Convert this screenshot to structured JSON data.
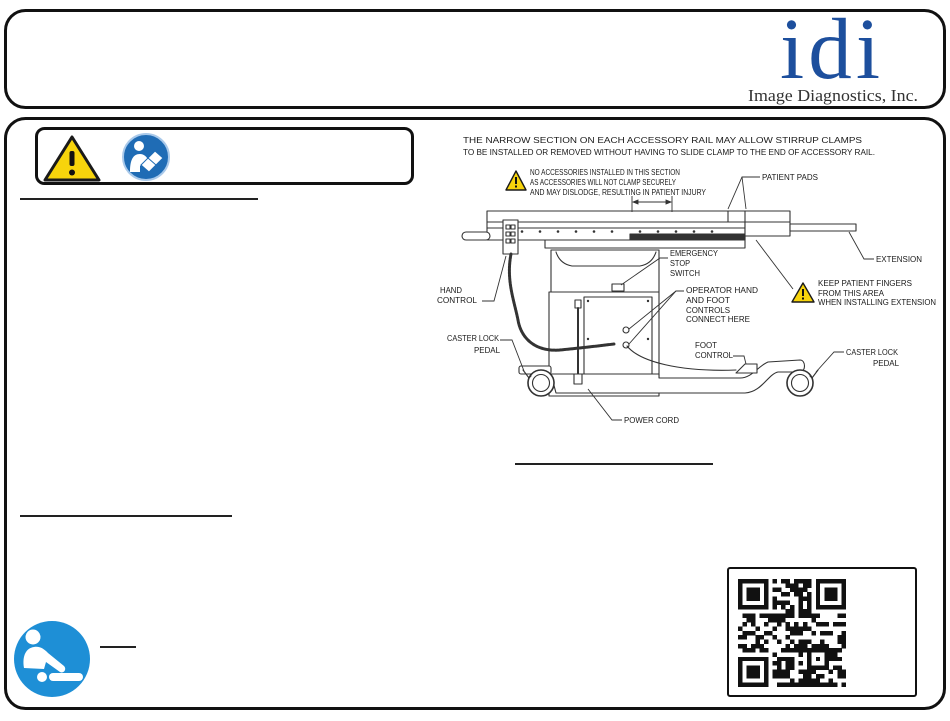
{
  "header": {
    "logo_text": "idi",
    "company_name": "Image Diagnostics, Inc."
  },
  "colors": {
    "logo_blue": "#1d4f9d",
    "warning_yellow": "#f7d40c",
    "mandatory_blue": "#1f6cb5",
    "icon_blue": "#1e8fd6",
    "ink": "#222222"
  },
  "icons": {
    "warning": "warning-triangle-icon",
    "manual": "read-manual-icon",
    "bottom": "patient-assist-icon",
    "qr": "qr-code-icon"
  },
  "diagram": {
    "rail_note": [
      "THE NARROW SECTION ON EACH ACCESSORY RAIL MAY ALLOW STIRRUP CLAMPS",
      "TO BE INSTALLED OR REMOVED WITHOUT HAVING TO SLIDE CLAMP TO THE END OF ACCESSORY RAIL."
    ],
    "accessory_warning": [
      "NO ACCESSORIES INSTALLED IN THIS SECTION",
      "AS ACCESSORIES WILL NOT CLAMP SECURELY",
      "AND MAY DISLODGE, RESULTING IN PATIENT INJURY"
    ],
    "patient_pads": "PATIENT PADS",
    "extension": "EXTENSION",
    "emergency_stop": [
      "EMERGENCY",
      "STOP",
      "SWITCH"
    ],
    "hand_control": [
      "HAND",
      "CONTROL"
    ],
    "operator_controls": [
      "OPERATOR HAND",
      "AND FOOT",
      "CONTROLS",
      "CONNECT HERE"
    ],
    "finger_warning": [
      "KEEP PATIENT FINGERS",
      "FROM THIS AREA",
      "WHEN INSTALLING EXTENSION"
    ],
    "caster_lock_left": [
      "CASTER LOCK",
      "PEDAL"
    ],
    "foot_control": [
      "FOOT",
      "CONTROL"
    ],
    "caster_lock_right": [
      "CASTER LOCK",
      "PEDAL"
    ],
    "power_cord": "POWER CORD"
  }
}
